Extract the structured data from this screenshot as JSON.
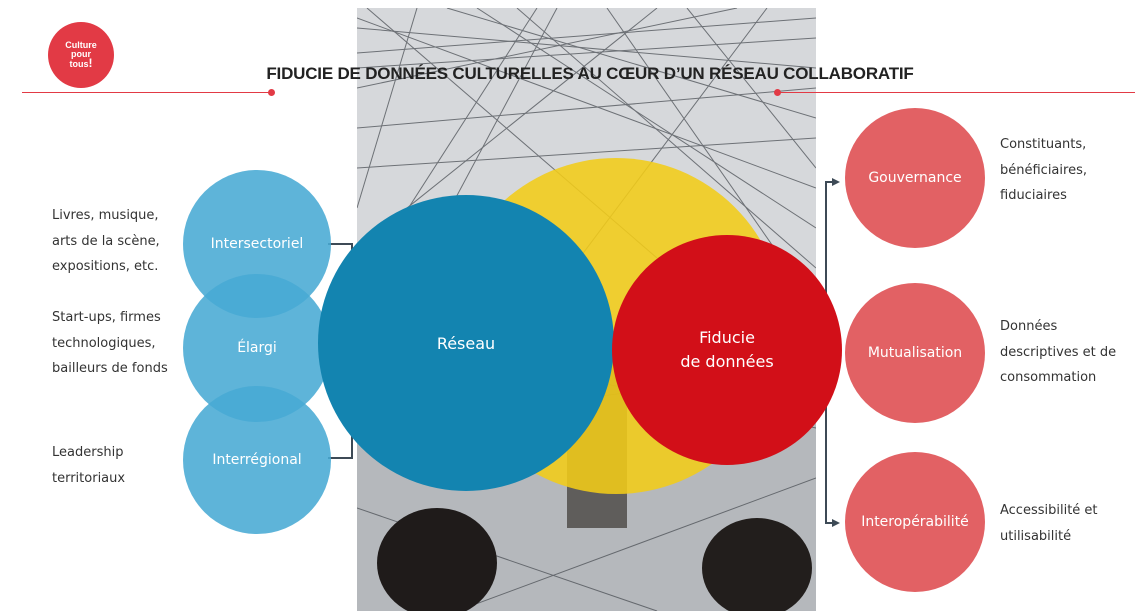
{
  "logo": {
    "line1": "Culture",
    "line2": "pour",
    "line3": "tous",
    "mark": "!"
  },
  "title": "FIDUCIE DE DONNÉES CULTURELLES AU CŒUR D’UN RÉSEAU COLLABORATIF",
  "colors": {
    "accent_red": "#e23a45",
    "blue": "#1384b0",
    "light_blue": "#48aad4",
    "dark_red": "#d20f18",
    "pink_red": "#e26164",
    "yellow": "#f3cc18"
  },
  "left": {
    "circles": [
      "Intersectoriel",
      "Élargi",
      "Interrégional"
    ],
    "descriptions": [
      [
        "Livres, musique,",
        "arts de la scène,",
        "expositions, etc."
      ],
      [
        "Start-ups, firmes",
        "technologiques,",
        "bailleurs de fonds"
      ],
      [
        "Leadership",
        "territoriaux"
      ]
    ]
  },
  "center": {
    "reseau": "Réseau",
    "fiducie_line1": "Fiducie",
    "fiducie_line2": "de données"
  },
  "right": {
    "circles": [
      "Gouvernance",
      "Mutualisation",
      "Interopérabilité"
    ],
    "descriptions": [
      [
        "Constituants,",
        "bénéficiaires,",
        "fiduciaires"
      ],
      [
        "Données",
        "descriptives et de",
        "consommation"
      ],
      [
        "Accessibilité et",
        "utilisabilité"
      ]
    ]
  }
}
